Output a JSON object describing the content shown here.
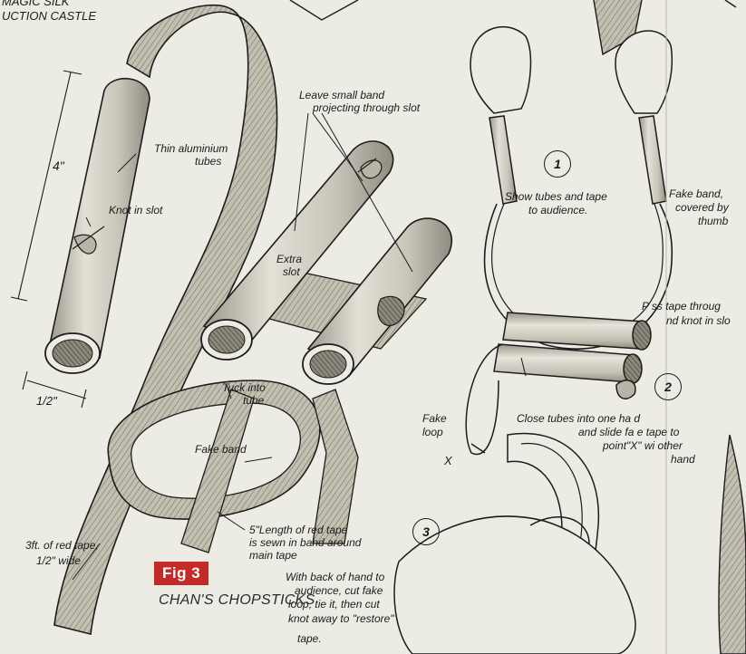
{
  "header": {
    "line1": "MAGIC SILK",
    "line2": "UCTION CASTLE"
  },
  "figure": {
    "badge": "Fig 3",
    "title": "CHAN'S CHOPSTICKS"
  },
  "labels": {
    "leave_band_1": "Leave small band",
    "leave_band_2": "projecting through slot",
    "thin_tubes_1": "Thin aluminium",
    "thin_tubes_2": "tubes",
    "knot_slot": "Knot in slot",
    "dim_height": "4\"",
    "dim_width": "1/2\"",
    "extra_slot_1": "Extra",
    "extra_slot_2": "slot",
    "tuck_1": "Tuck into",
    "tuck_2": "tube",
    "fake_band": "Fake band",
    "length_red_1": "5\"Length of red tape",
    "length_red_2": "is sewn in band around",
    "length_red_3": "main tape",
    "red_tape_1": "3ft. of red tape,",
    "red_tape_2": "1/2\" wide",
    "show_1": "Show tubes and tape",
    "show_2": "to audience.",
    "fake_band_cov_1": "Fake band,",
    "fake_band_cov_2": "covered by",
    "fake_band_cov_3": "thumb",
    "pass_1": "P ss tape throug",
    "pass_2": "nd knot in slo",
    "fake_loop_1": "Fake",
    "fake_loop_2": "loop",
    "close_1": "Close tubes into one ha d",
    "close_2": "and slide fa e tape to",
    "close_3": "point\"X\" wi  other",
    "close_4": "hand",
    "x_mark": "X",
    "with_back_1": "With back of hand to",
    "with_back_2": "audience, cut fake",
    "with_back_3": "loop, tie it, then cut",
    "with_back_4": "knot away to \"restore\"",
    "with_back_5": "tape."
  },
  "steps": {
    "s1": "1",
    "s2": "2",
    "s3": "3"
  },
  "colors": {
    "paper": "#ecebe4",
    "ink": "#1c1c1c",
    "tape": "#b9b4a6",
    "tube": "#d6d3c8",
    "badge": "#c42a28"
  }
}
